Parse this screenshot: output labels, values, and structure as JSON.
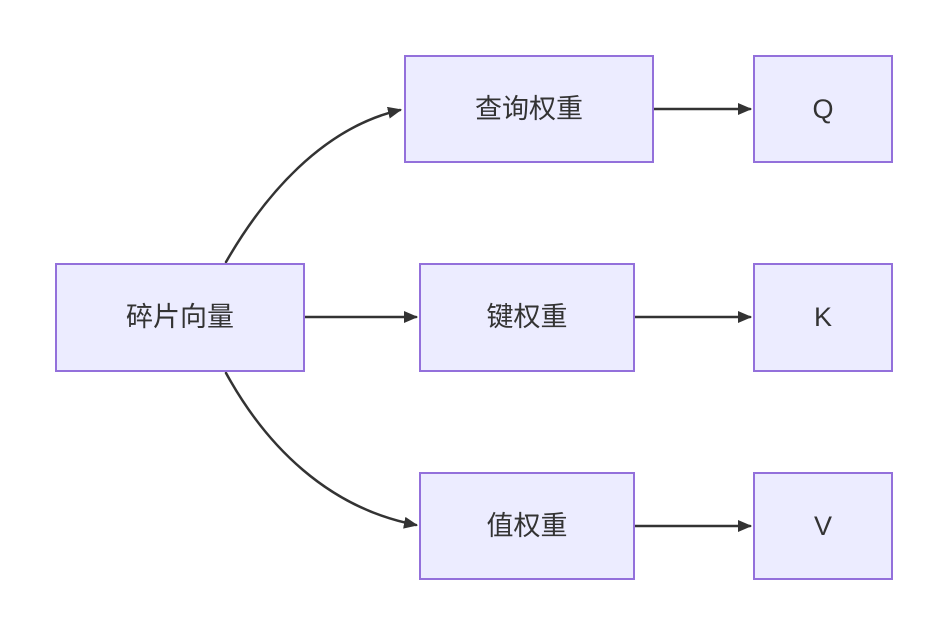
{
  "diagram": {
    "title": "attention-qkv-weights-flowchart",
    "nodes": {
      "source": {
        "label": "碎片向量"
      },
      "query_weight": {
        "label": "查询权重"
      },
      "key_weight": {
        "label": "键权重"
      },
      "value_weight": {
        "label": "值权重"
      },
      "q": {
        "label": "Q"
      },
      "k": {
        "label": "K"
      },
      "v": {
        "label": "V"
      }
    },
    "connections": [
      {
        "from": "source",
        "to": "query_weight"
      },
      {
        "from": "source",
        "to": "key_weight"
      },
      {
        "from": "source",
        "to": "value_weight"
      },
      {
        "from": "query_weight",
        "to": "q"
      },
      {
        "from": "key_weight",
        "to": "k"
      },
      {
        "from": "value_weight",
        "to": "v"
      }
    ],
    "colors": {
      "node_fill": "#ECECFF",
      "node_border": "#9370DB",
      "edge": "#333333",
      "text": "#333333",
      "background": "#FFFFFF"
    }
  }
}
